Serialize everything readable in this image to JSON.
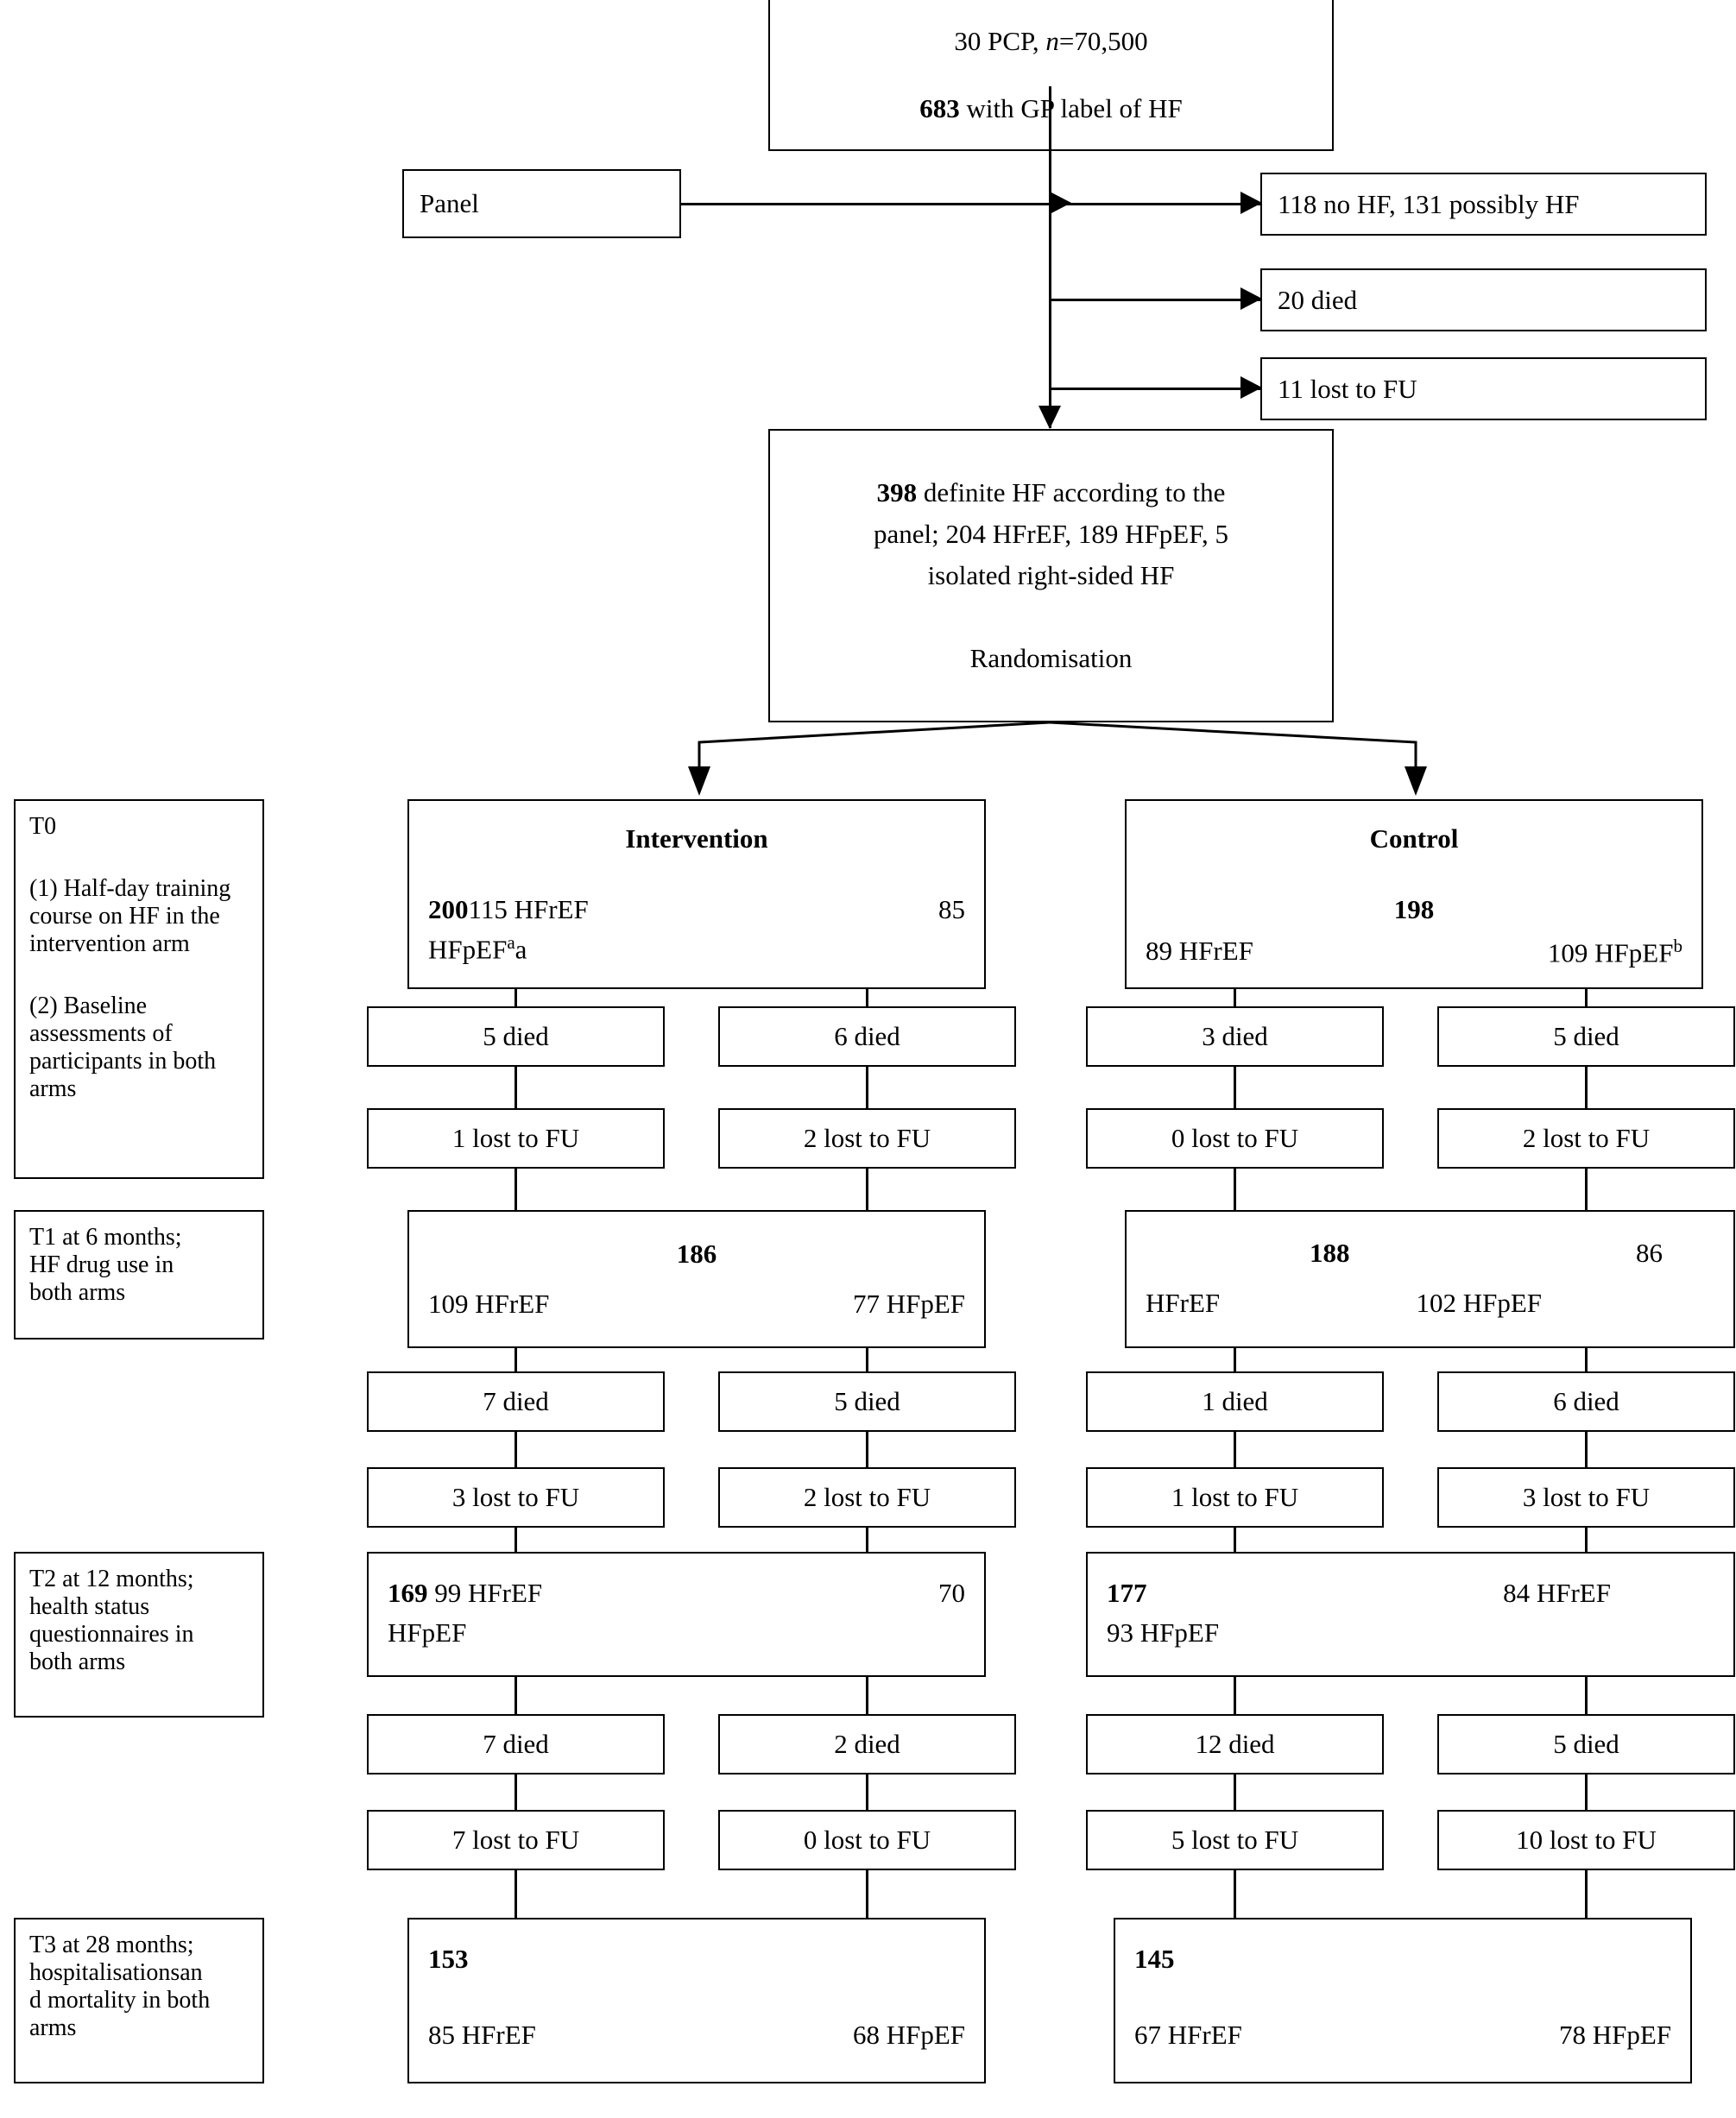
{
  "top": {
    "line1_prefix": "30 PCP, ",
    "line1_italic": "n",
    "line1_suffix": "=70,500",
    "line2_bold": "683",
    "line2_rest": " with GP label of HF"
  },
  "panel": {
    "label": "Panel"
  },
  "exclusions": [
    {
      "label": "118 no HF, 131 possibly HF"
    },
    {
      "label": "20 died"
    },
    {
      "label": "11 lost to FU"
    }
  ],
  "definite": {
    "bold": "398",
    "line1_rest": " definite HF according to the",
    "line2": "panel; 204 HFrEF, 189 HFpEF, 5",
    "line3": "isolated right-sided HF",
    "line4": "Randomisation"
  },
  "timepoints": [
    {
      "name": "T0",
      "lines": [
        "(1) Half-day training",
        "course on HF in the",
        "intervention arm",
        "",
        "(2) Baseline",
        "assessments of",
        "participants in both",
        "arms"
      ]
    },
    {
      "name": "T1 at 6 months;",
      "lines": [
        "HF drug use in",
        "both arms"
      ]
    },
    {
      "name": "T2 at 12 months;",
      "lines": [
        "health status",
        "questionnaires in",
        "both arms"
      ]
    },
    {
      "name": "T3 at 28 months;",
      "lines": [
        "hospitalisationsan",
        "d mortality in both",
        "arms"
      ]
    }
  ],
  "arms": {
    "intervention": {
      "title": "Intervention",
      "t0_bold": "200",
      "t0_left": "115 HFrEF",
      "t0_right": "85",
      "t0_second": "HFpEF",
      "t0_second_sup": "a",
      "t0_second_tail": "a",
      "attrition1": [
        {
          "label": "5 died"
        },
        {
          "label": "6 died"
        },
        {
          "label": "1 lost to FU"
        },
        {
          "label": "2 lost to FU"
        }
      ],
      "t1_bold": "186",
      "t1_left": "109 HFrEF",
      "t1_right": "77 HFpEF",
      "attrition2": [
        {
          "label": "7 died"
        },
        {
          "label": "5 died"
        },
        {
          "label": "3 lost to FU"
        },
        {
          "label": "2 lost to FU"
        }
      ],
      "t2_bold": "169",
      "t2_mid": "99  HFrEF",
      "t2_right": "70",
      "t2_second": "HFpEF",
      "attrition3": [
        {
          "label": "7 died"
        },
        {
          "label": "2 died"
        },
        {
          "label": "7 lost to FU"
        },
        {
          "label": "0 lost to FU"
        }
      ],
      "t3_bold": "153",
      "t3_left": "85 HFrEF",
      "t3_right": "68 HFpEF"
    },
    "control": {
      "title": "Control",
      "t0_bold": "198",
      "t0_left": "89   HFrEF",
      "t0_right": "109 HFpEF",
      "t0_right_sup": "b",
      "attrition1": [
        {
          "label": "3 died"
        },
        {
          "label": "5 died"
        },
        {
          "label": "0 lost to FU"
        },
        {
          "label": "2 lost to FU"
        }
      ],
      "t1_bold": "188",
      "t1_tail": "86",
      "t1_left": "HFrEF",
      "t1_right": "102 HFpEF",
      "attrition2": [
        {
          "label": "1 died"
        },
        {
          "label": "6 died"
        },
        {
          "label": "1 lost to FU"
        },
        {
          "label": "3 lost to FU"
        }
      ],
      "t2_bold": "177",
      "t2_right": "84  HFrEF",
      "t2_second": "93   HFpEF",
      "attrition3": [
        {
          "label": "12 died"
        },
        {
          "label": "5 died"
        },
        {
          "label": "5 lost to FU"
        },
        {
          "label": "10 lost to FU"
        }
      ],
      "t3_bold": "145",
      "t3_left": "67 HFrEF",
      "t3_right": "78 HFpEF"
    }
  }
}
